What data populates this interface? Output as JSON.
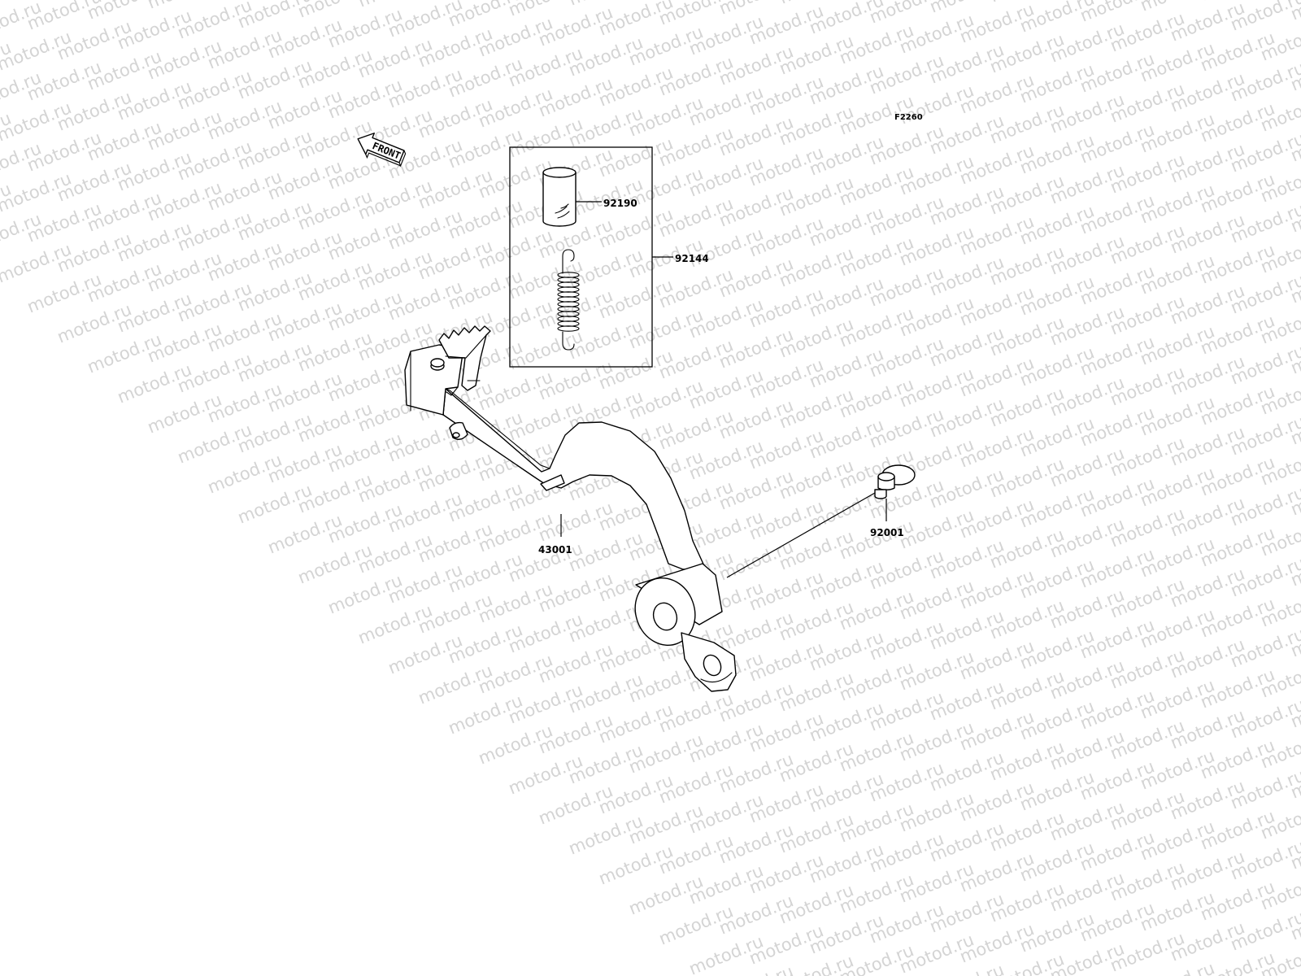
{
  "watermark": {
    "text": "motod.ru",
    "color": "#d4d4d4"
  },
  "diagram": {
    "code": "F2260",
    "front_label": "FRONT",
    "callouts": {
      "sleeve": "92190",
      "kit": "92144",
      "pedal": "43001",
      "bolt": "92001"
    }
  }
}
